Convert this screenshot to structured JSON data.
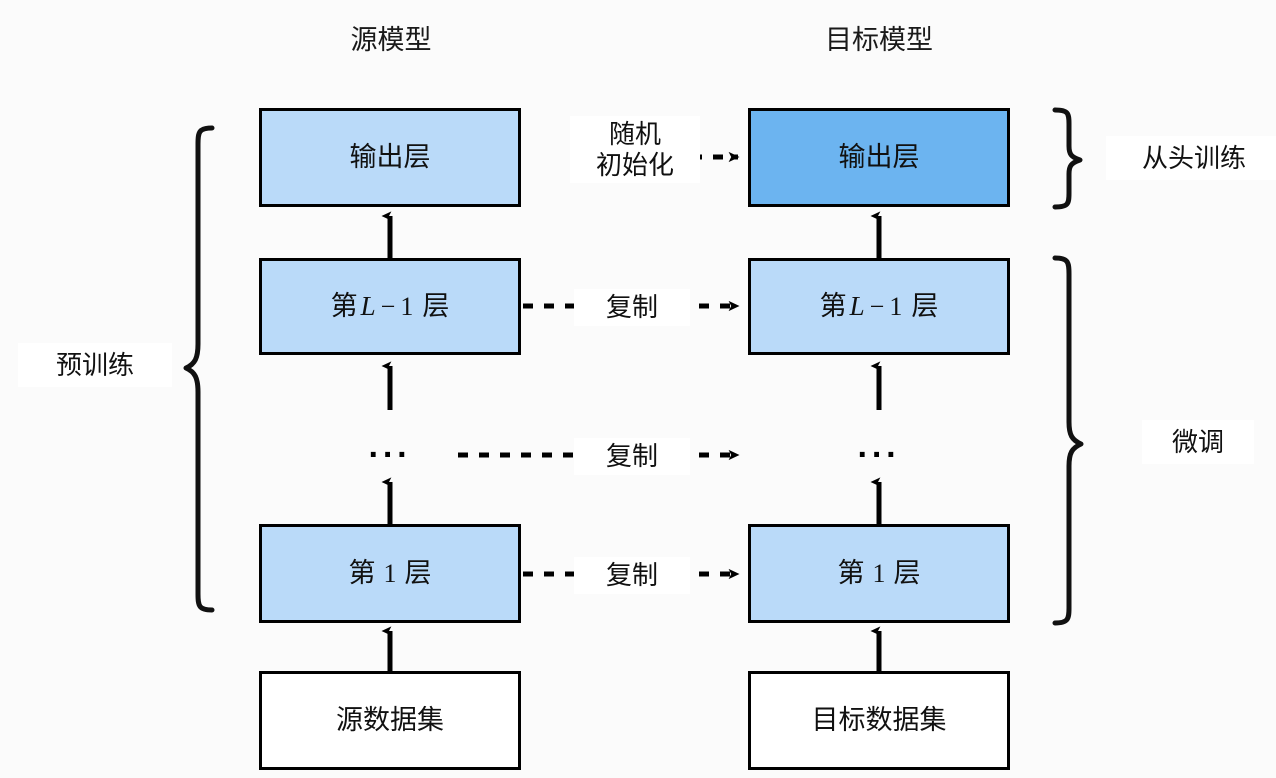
{
  "diagram": {
    "title_source": "源模型",
    "title_target": "目标模型",
    "background_color": "#fbfbfb",
    "colors": {
      "layer_light_blue": "#badaf9",
      "layer_dark_blue": "#6cb4f0",
      "dataset_white": "#ffffff",
      "stroke": "#000000",
      "text": "#111111"
    },
    "source_column": {
      "label": "源模型",
      "boxes": [
        {
          "name": "output-layer",
          "text": "输出层",
          "fill": "#badaf9"
        },
        {
          "name": "layer-l-minus-1",
          "text": "第 L − 1 层",
          "prefix": "第",
          "var": "L",
          "op": "−",
          "num": "1",
          "suffix": "层",
          "fill": "#badaf9"
        },
        {
          "name": "ellipsis",
          "text": "···",
          "fill": "none"
        },
        {
          "name": "layer-1",
          "text": "第 1 层",
          "prefix": "第",
          "num": "1",
          "suffix": "层",
          "fill": "#badaf9"
        },
        {
          "name": "dataset",
          "text": "源数据集",
          "fill": "#ffffff"
        }
      ]
    },
    "target_column": {
      "label": "目标模型",
      "boxes": [
        {
          "name": "output-layer",
          "text": "输出层",
          "fill": "#6cb4f0"
        },
        {
          "name": "layer-l-minus-1",
          "text": "第 L − 1 层",
          "prefix": "第",
          "var": "L",
          "op": "−",
          "num": "1",
          "suffix": "层",
          "fill": "#badaf9"
        },
        {
          "name": "ellipsis",
          "text": "···",
          "fill": "none"
        },
        {
          "name": "layer-1",
          "text": "第 1 层",
          "prefix": "第",
          "num": "1",
          "suffix": "层",
          "fill": "#badaf9"
        },
        {
          "name": "dataset",
          "text": "目标数据集",
          "fill": "#ffffff"
        }
      ]
    },
    "transfer_labels": [
      {
        "name": "random-init",
        "line1": "随机",
        "line2": "初始化",
        "row": "output"
      },
      {
        "name": "copy-l-minus-1",
        "line1": "复制",
        "row": "layer-l-minus-1"
      },
      {
        "name": "copy-ellipsis",
        "line1": "复制",
        "row": "ellipsis"
      },
      {
        "name": "copy-layer-1",
        "line1": "复制",
        "row": "layer-1"
      }
    ],
    "left_bracket_label": "预训练",
    "right_bracket_labels": [
      {
        "name": "train-from-scratch",
        "text": "从头训练"
      },
      {
        "name": "fine-tune",
        "text": "微调"
      }
    ]
  }
}
